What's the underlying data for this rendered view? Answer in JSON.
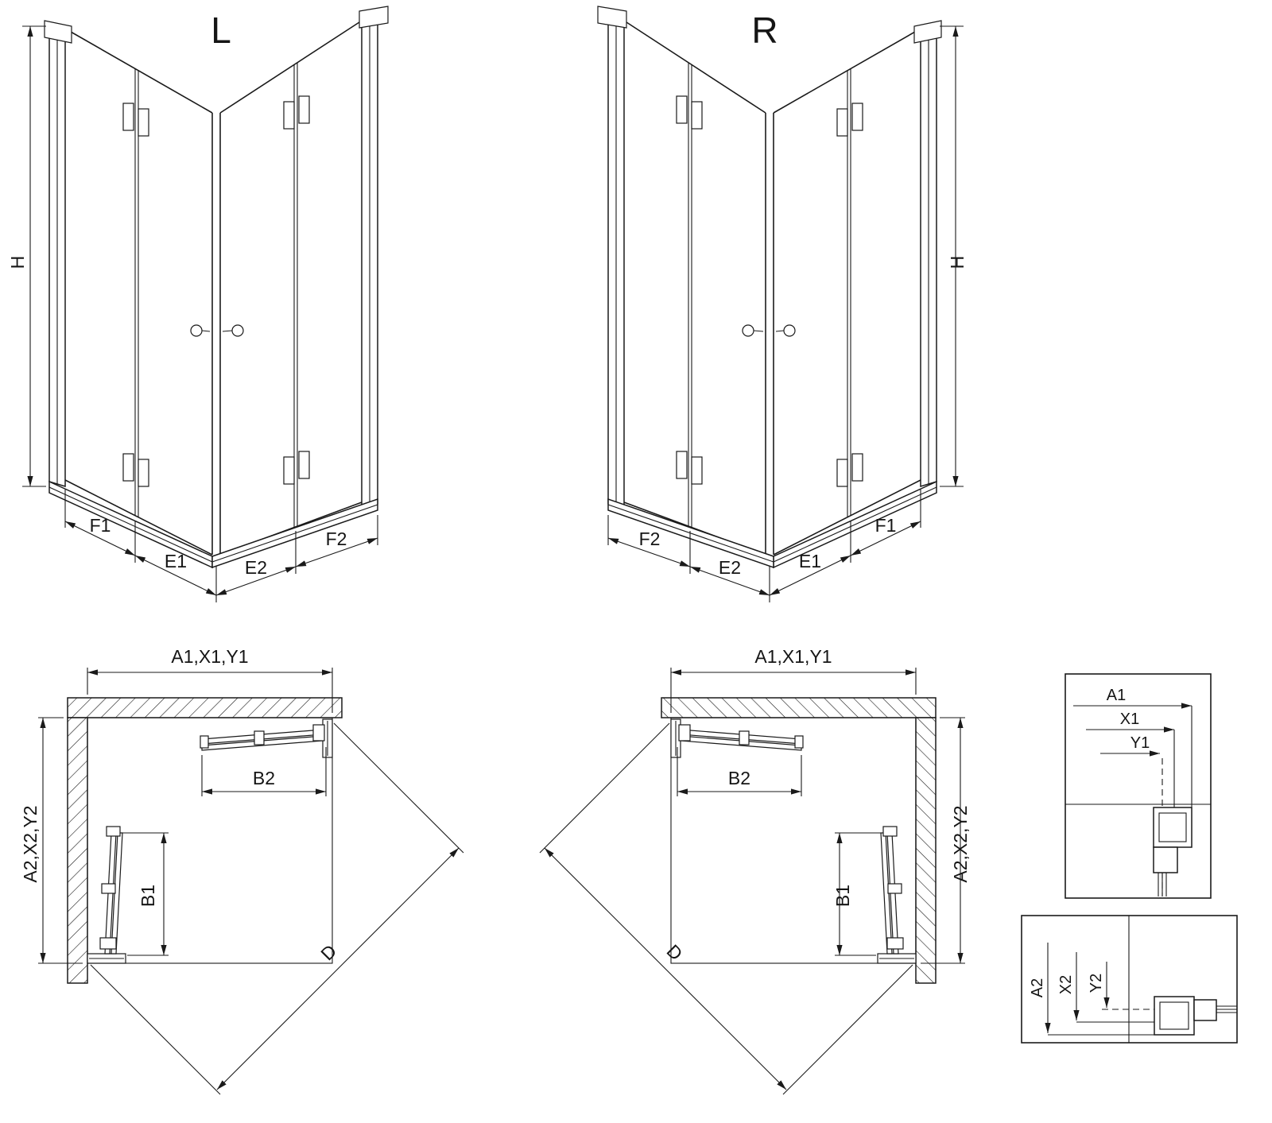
{
  "colors": {
    "ink": "#1a1a1a",
    "background": "#ffffff"
  },
  "diagram": {
    "views3d": {
      "left": {
        "title": "L",
        "height_label": "H",
        "labels": {
          "f1": "F1",
          "e1": "E1",
          "e2": "E2",
          "f2": "F2"
        }
      },
      "right": {
        "title": "R",
        "height_label": "H",
        "labels": {
          "f2": "F2",
          "e2": "E2",
          "e1": "E1",
          "f1": "F1"
        }
      }
    },
    "plans": {
      "left": {
        "width_label": "A1,X1,Y1",
        "depth_label": "A2,X2,Y2",
        "door_top": "B2",
        "door_side": "B1",
        "diagonal": "D"
      },
      "right": {
        "width_label": "A1,X1,Y1",
        "depth_label": "A2,X2,Y2",
        "door_top": "B2",
        "door_side": "B1",
        "diagonal": "D"
      }
    },
    "details": {
      "top": {
        "a": "A1",
        "x": "X1",
        "y": "Y1"
      },
      "bottom": {
        "a": "A2",
        "x": "X2",
        "y": "Y2"
      }
    }
  }
}
